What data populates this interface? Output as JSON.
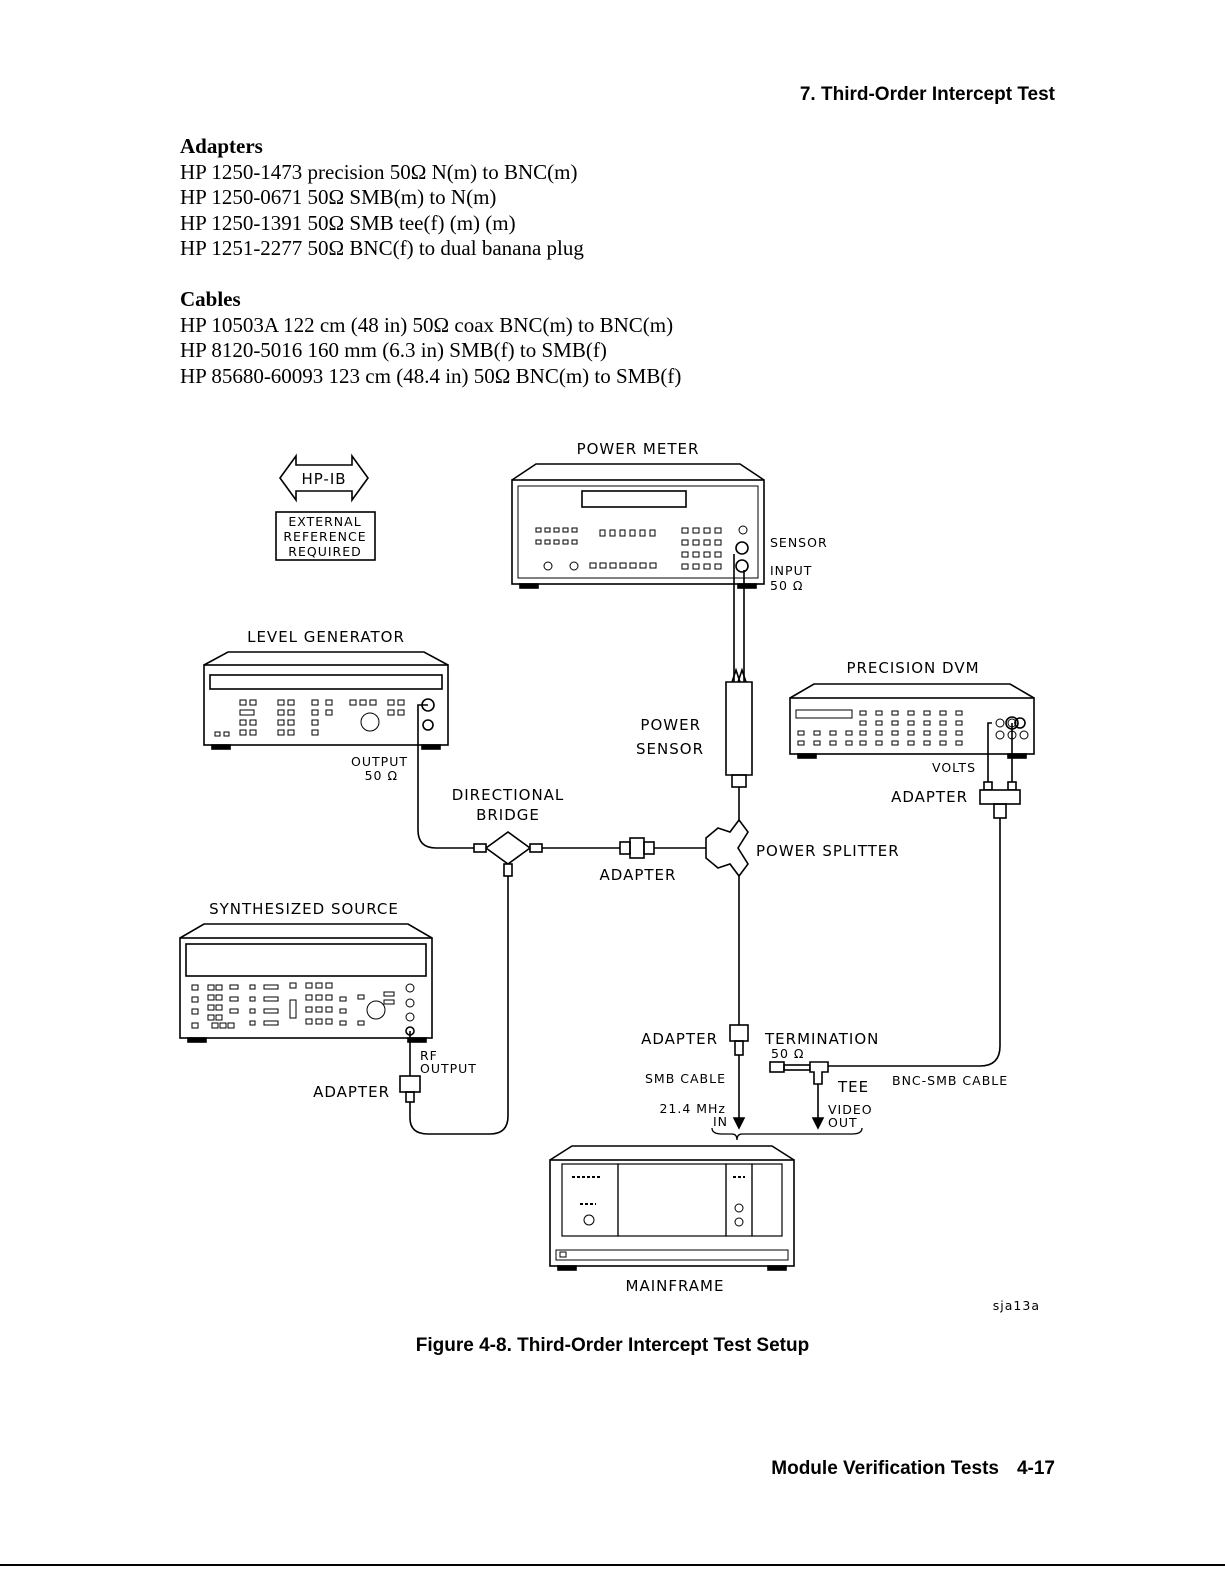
{
  "header": {
    "running_head": "7. Third-Order Intercept Test"
  },
  "adapters": {
    "heading": "Adapters",
    "items": [
      "HP 1250-1473 precision 50Ω N(m) to BNC(m)",
      "HP 1250-0671 50Ω SMB(m) to N(m)",
      "HP 1250-1391 50Ω SMB tee(f) (m) (m)",
      "HP 1251-2277 50Ω BNC(f) to dual banana plug"
    ]
  },
  "cables": {
    "heading": "Cables",
    "items": [
      "HP 10503A 122 cm (48 in) 50Ω coax BNC(m) to BNC(m)",
      "HP 8120-5016 160 mm (6.3 in) SMB(f) to SMB(f)",
      "HP 85680-60093 123 cm (48.4 in) 50Ω BNC(m) to SMB(f)"
    ]
  },
  "figure": {
    "hpib": "HP-IB",
    "ext_ref": [
      "EXTERNAL",
      "REFERENCE",
      "REQUIRED"
    ],
    "power_meter": "POWER METER",
    "sensor": "SENSOR",
    "input": "INPUT",
    "input_imp": "50 Ω",
    "level_generator": "LEVEL GENERATOR",
    "output": "OUTPUT",
    "output_imp": "50 Ω",
    "precision_dvm": "PRECISION DVM",
    "volts": "VOLTS",
    "adapter_dvm": "ADAPTER",
    "power_sensor": [
      "POWER",
      "SENSOR"
    ],
    "directional_bridge": [
      "DIRECTIONAL",
      "BRIDGE"
    ],
    "adapter_bridge": "ADAPTER",
    "power_splitter": "POWER SPLITTER",
    "synthesized_source": "SYNTHESIZED SOURCE",
    "rf_output": [
      "RF",
      "OUTPUT"
    ],
    "adapter_source": "ADAPTER",
    "adapter_mainframe": "ADAPTER",
    "termination": "TERMINATION",
    "term_imp": "50 Ω",
    "smb_cable": "SMB CABLE",
    "tee": "TEE",
    "bnc_smb_cable": "BNC-SMB CABLE",
    "if_in": [
      "21.4 MHz",
      "IN"
    ],
    "video_out": [
      "VIDEO",
      "OUT"
    ],
    "mainframe": "MAINFRAME",
    "code": "sja13a"
  },
  "caption": "Figure 4-8. Third-Order Intercept Test Setup",
  "footer": {
    "section": "Module Verification Tests",
    "page": "4-17"
  }
}
